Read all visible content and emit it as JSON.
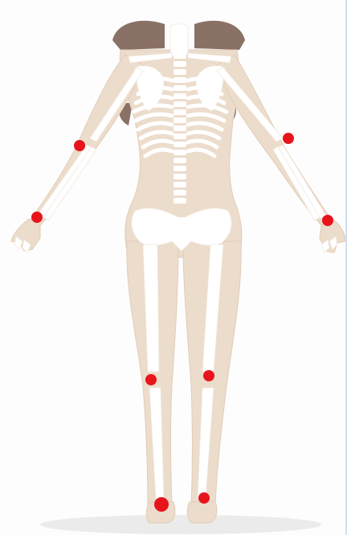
{
  "figure": {
    "subject": "skeleton-back-view",
    "colors": {
      "background": "#fdfdfd",
      "body": "#ecdccb",
      "body_outline": "#e2cdb8",
      "bone": "#ffffff",
      "hair": "#8a7166",
      "shadow": "#e6e6e6",
      "marker": "#e8141c",
      "edge": "#cfe0ef"
    }
  },
  "markers": [
    {
      "id": "left-elbow",
      "name": "marker-left-elbow"
    },
    {
      "id": "right-elbow",
      "name": "marker-right-elbow"
    },
    {
      "id": "left-wrist",
      "name": "marker-left-wrist"
    },
    {
      "id": "right-wrist",
      "name": "marker-right-wrist"
    },
    {
      "id": "left-knee",
      "name": "marker-left-knee"
    },
    {
      "id": "right-knee",
      "name": "marker-right-knee"
    },
    {
      "id": "left-ankle",
      "name": "marker-left-ankle"
    },
    {
      "id": "right-ankle",
      "name": "marker-right-ankle"
    }
  ]
}
